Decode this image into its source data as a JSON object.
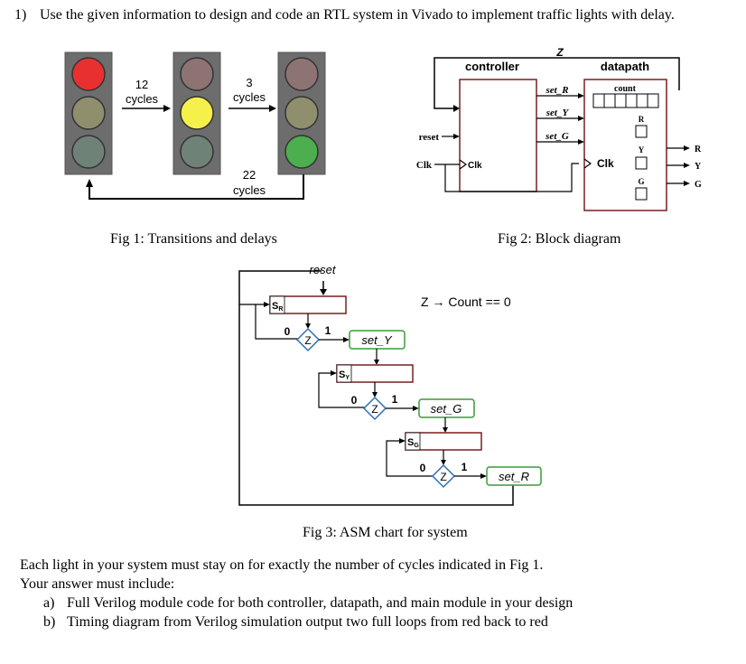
{
  "question": {
    "number": "1)",
    "text": "Use the given information to design and code an RTL system in Vivado to implement traffic lights with delay."
  },
  "fig1": {
    "caption": "Fig 1: Transitions and delays",
    "red_to_yellow": {
      "count": "12",
      "unit": "cycles"
    },
    "yellow_to_green": {
      "count": "3",
      "unit": "cycles"
    },
    "green_to_red": {
      "count": "22",
      "unit": "cycles"
    },
    "colors": {
      "red_on": "#e8312f",
      "yellow_on": "#f6f14a",
      "green_on": "#4cae4f",
      "off_top": "#8e7373",
      "off_mid": "#8f8f6e",
      "off_bottom": "#6f8278",
      "housing": "#6d6d6d"
    }
  },
  "fig2": {
    "caption": "Fig 2: Block diagram",
    "controller_label": "controller",
    "datapath_label": "datapath",
    "z_label": "Z",
    "set_r": "set_R",
    "set_y": "set_Y",
    "set_g": "set_G",
    "reset": "reset",
    "clk_in": "Clk",
    "clk_ctrl": "Clk",
    "clk_dp": "Clk",
    "count_label": "count",
    "reg_r": "R",
    "reg_y": "Y",
    "reg_g": "G",
    "out_r": "R",
    "out_y": "Y",
    "out_g": "G"
  },
  "fig3": {
    "caption": "Fig 3: ASM chart for system",
    "reset": "reset",
    "condition": "Z → Count == 0",
    "state_r": {
      "main": "S",
      "sub": "R"
    },
    "state_y": {
      "main": "S",
      "sub": "Y"
    },
    "state_g": {
      "main": "S",
      "sub": "G"
    },
    "decision": "Z",
    "zero": "0",
    "one": "1",
    "out_y": "set_Y",
    "out_g": "set_G",
    "out_r": "set_R"
  },
  "body": {
    "line1": "Each light in your system must stay on for exactly the number of cycles indicated in Fig 1.",
    "line2": "Your answer must include:",
    "items": [
      {
        "label": "a)",
        "text": "Full Verilog module code for both controller, datapath, and main module in your design"
      },
      {
        "label": "b)",
        "text": "Timing diagram from Verilog simulation output two full loops from red back to red"
      }
    ]
  }
}
